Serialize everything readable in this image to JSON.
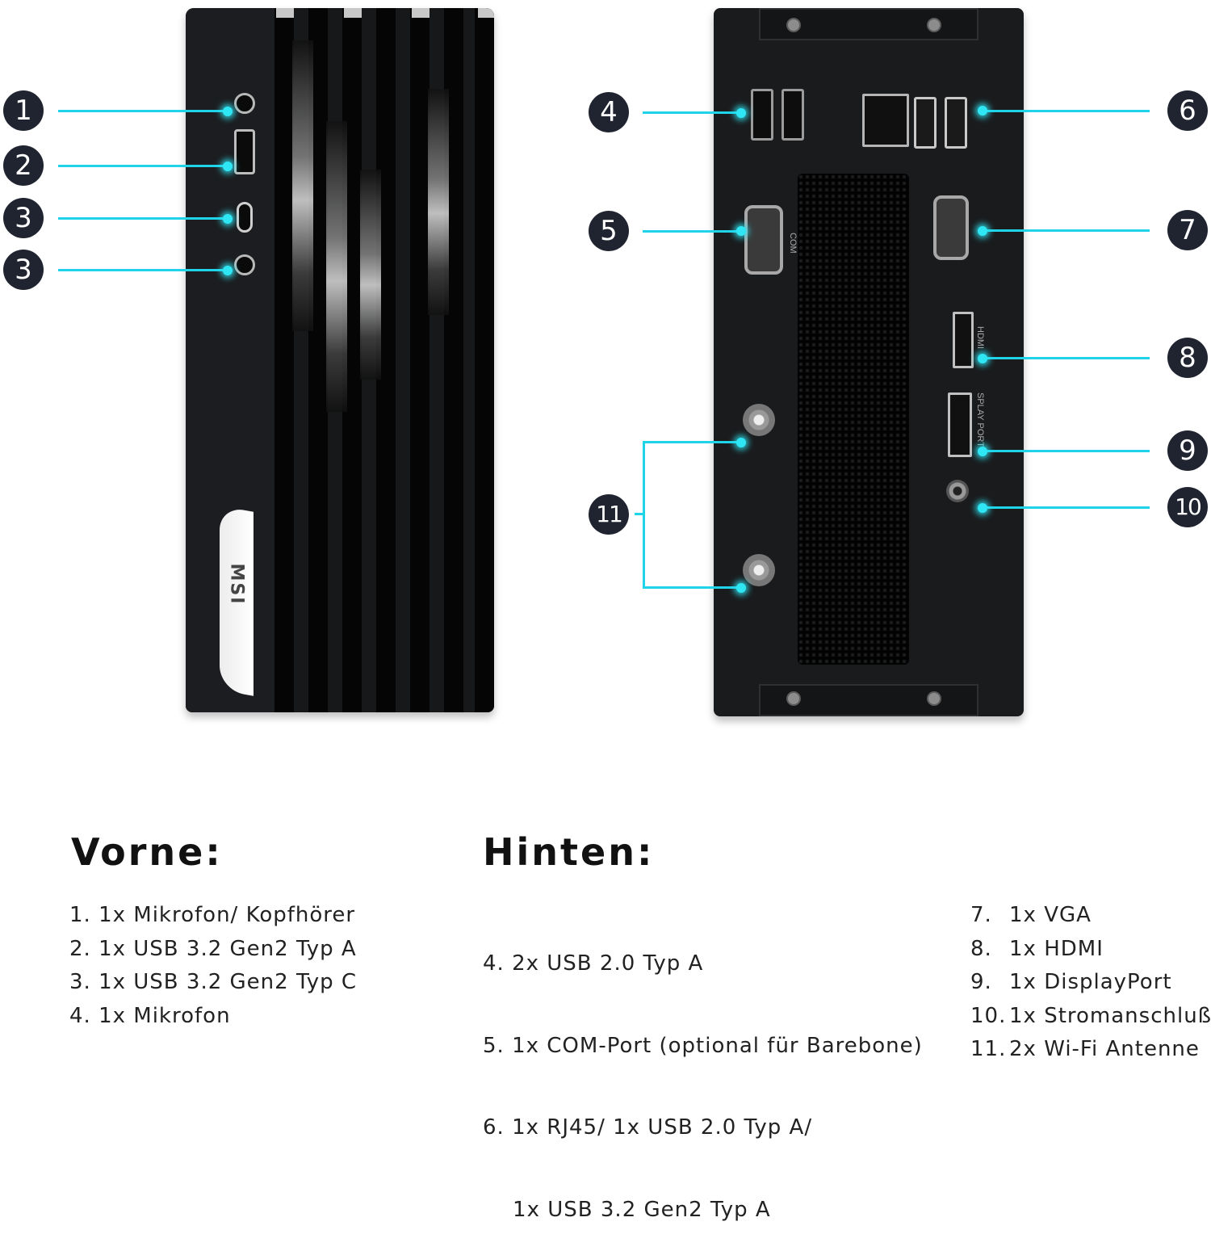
{
  "front_badges": [
    "1",
    "2",
    "3",
    "3"
  ],
  "back_badges": [
    "4",
    "5",
    "6",
    "7",
    "8",
    "9",
    "10",
    "11"
  ],
  "port_labels": {
    "com": "COM",
    "hdmi": "HDMI",
    "displayport": "SPLAY PORT"
  },
  "logo_text": "MSI",
  "front_section": {
    "heading": "Vorne:",
    "items": [
      "1. 1x Mikrofon/ Kopfhörer",
      "2. 1x USB 3.2 Gen2 Typ A",
      "3. 1x USB 3.2 Gen2 Typ C",
      "4. 1x Mikrofon"
    ]
  },
  "back_section": {
    "heading": "Hinten:",
    "items": [
      "4. 2x USB 2.0 Typ A",
      "5. 1x COM-Port (optional für Barebone)",
      "6. 1x RJ45/ 1x USB 2.0 Typ A/",
      "    1x USB 3.2 Gen2 Typ A"
    ],
    "items_right": [
      {
        "num": "7.",
        "text": "1x VGA"
      },
      {
        "num": "8.",
        "text": "1x HDMI"
      },
      {
        "num": "9.",
        "text": "1x DisplayPort"
      },
      {
        "num": "10.",
        "text": "1x Stromanschluß"
      },
      {
        "num": "11.",
        "text": "2x Wi-Fi Antenne"
      }
    ]
  },
  "colors": {
    "accent_line": "#1fd4e8",
    "badge": "#1f2430",
    "case": "#17181a"
  }
}
